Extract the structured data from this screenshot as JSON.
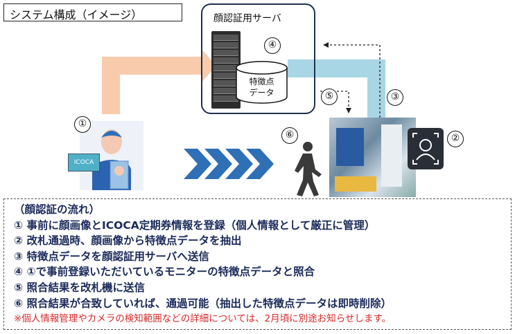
{
  "title": "システム構成（イメージ）",
  "server": {
    "label": "顔認証用サーバ",
    "db_label_1": "特徴点",
    "db_label_2": "データ"
  },
  "steps_markers": [
    "①",
    "②",
    "③",
    "④",
    "⑤",
    "⑥"
  ],
  "card_text": "ICOCA",
  "flow": {
    "heading": "（顔認証の流れ）",
    "items": [
      "① 事前に顔画像とICOCA定期券情報を登録（個人情報として厳正に管理）",
      "② 改札通過時、顔画像から特徴点データを抽出",
      "③ 特徴点データを顔認証用サーバへ送信",
      "④ ①で事前登録いただいているモニターの特徴点データと照合",
      "⑤ 照合結果を改札機に送信",
      "⑥ 照合結果が合致していれば、通過可能（抽出した特徴点データは即時削除）"
    ],
    "note": "※個人情報管理やカメラの検知範囲などの詳細については、2月頃に別途お知らせします。"
  },
  "colors": {
    "orange_arrow": "#f8cbad",
    "blue_arrow": "#a9d6e5",
    "chevron": "#2e6fb5",
    "note": "#d62a2a"
  }
}
